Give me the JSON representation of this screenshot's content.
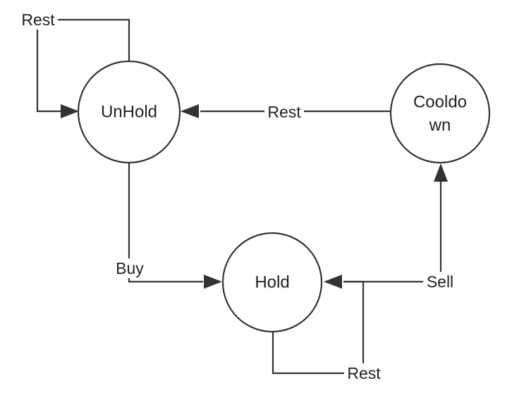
{
  "nodes": {
    "unhold": {
      "label": "UnHold"
    },
    "cooldown": {
      "label_line1": "Cooldo",
      "label_line2": "wn"
    },
    "hold": {
      "label": "Hold"
    }
  },
  "edges": {
    "unhold_self_rest": {
      "label": "Rest"
    },
    "cooldown_to_unhold": {
      "label": "Rest"
    },
    "unhold_to_hold": {
      "label": "Buy"
    },
    "hold_to_cooldown": {
      "label": "Sell"
    },
    "hold_self_rest": {
      "label": "Rest"
    }
  },
  "colors": {
    "stroke": "#333333",
    "text": "#222222",
    "background": "#ffffff"
  }
}
